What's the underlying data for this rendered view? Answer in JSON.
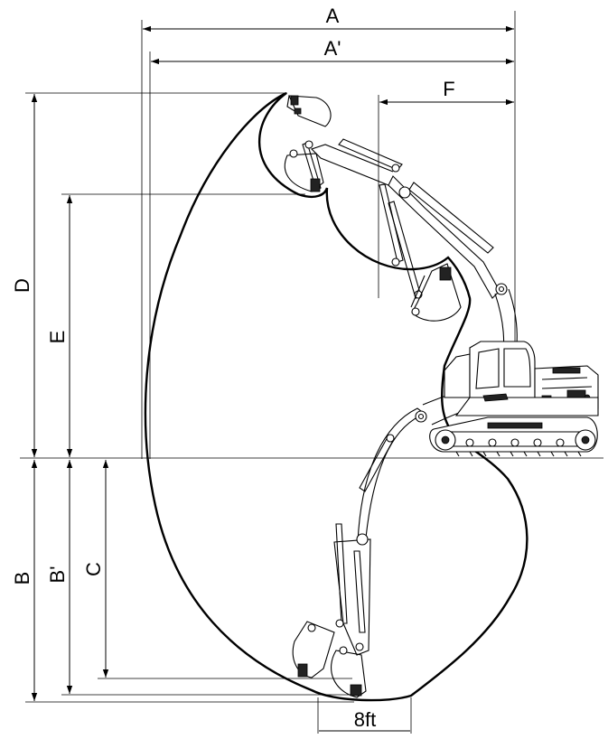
{
  "diagram": {
    "dimension_labels": {
      "A": "A",
      "A_prime": "A'",
      "F": "F",
      "D": "D",
      "E": "E",
      "B": "B",
      "B_prime": "B'",
      "C": "C",
      "width_8ft": "8ft"
    }
  }
}
